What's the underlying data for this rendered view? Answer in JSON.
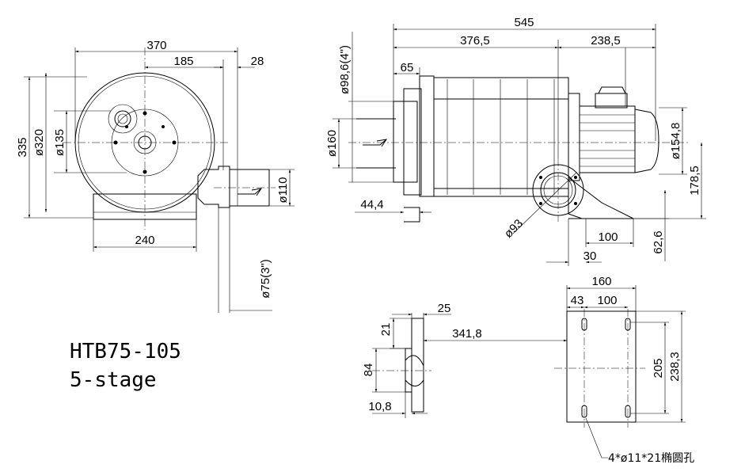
{
  "model": "HTB75-105",
  "stages": "5-stage",
  "front_view": {
    "d_370": "370",
    "d_185": "185",
    "d_28": "28",
    "d_335": "335",
    "d_320": "ø320",
    "d_135": "ø135",
    "d_240": "240",
    "d_110": "ø110",
    "d_75": "ø75(3\")"
  },
  "side_view": {
    "d_545": "545",
    "d_376_5": "376,5",
    "d_238_5": "238,5",
    "d_65": "65",
    "d_98_6": "ø98,6(4\")",
    "d_160": "ø160",
    "d_44_4": "44,4",
    "d_93": "ø93",
    "d_154_8": "ø154,8",
    "d_178_5": "178,5",
    "d_100": "100",
    "d_30": "30",
    "d_62_6": "62,6"
  },
  "bracket_view": {
    "d_25": "25",
    "d_21": "21",
    "d_341_8": "341,8",
    "d_84": "84",
    "d_10_8": "10,8"
  },
  "base_view": {
    "d_160": "160",
    "d_43": "43",
    "d_100": "100",
    "d_205": "205",
    "d_238_3": "238,3",
    "hole_note": "4*ø11*21椭圆孔"
  }
}
